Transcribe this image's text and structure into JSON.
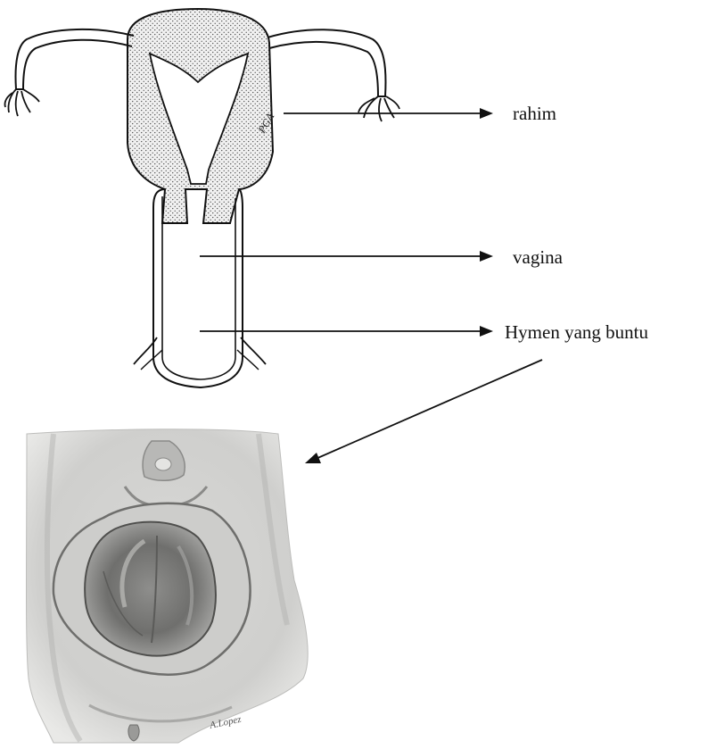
{
  "labels": {
    "uterus": "rahim",
    "vagina": "vagina",
    "hymen": "Hymen yang buntu"
  },
  "artist_marks": {
    "upper": "PGA",
    "lower": "A.Lopez"
  },
  "colors": {
    "line": "#111111",
    "stipple_bg": "#f1f1f1",
    "stipple_dot": "#555555",
    "skin_light": "#e7e7e5",
    "skin_mid": "#bcbcba",
    "skin_dark": "#7c7c7a"
  }
}
